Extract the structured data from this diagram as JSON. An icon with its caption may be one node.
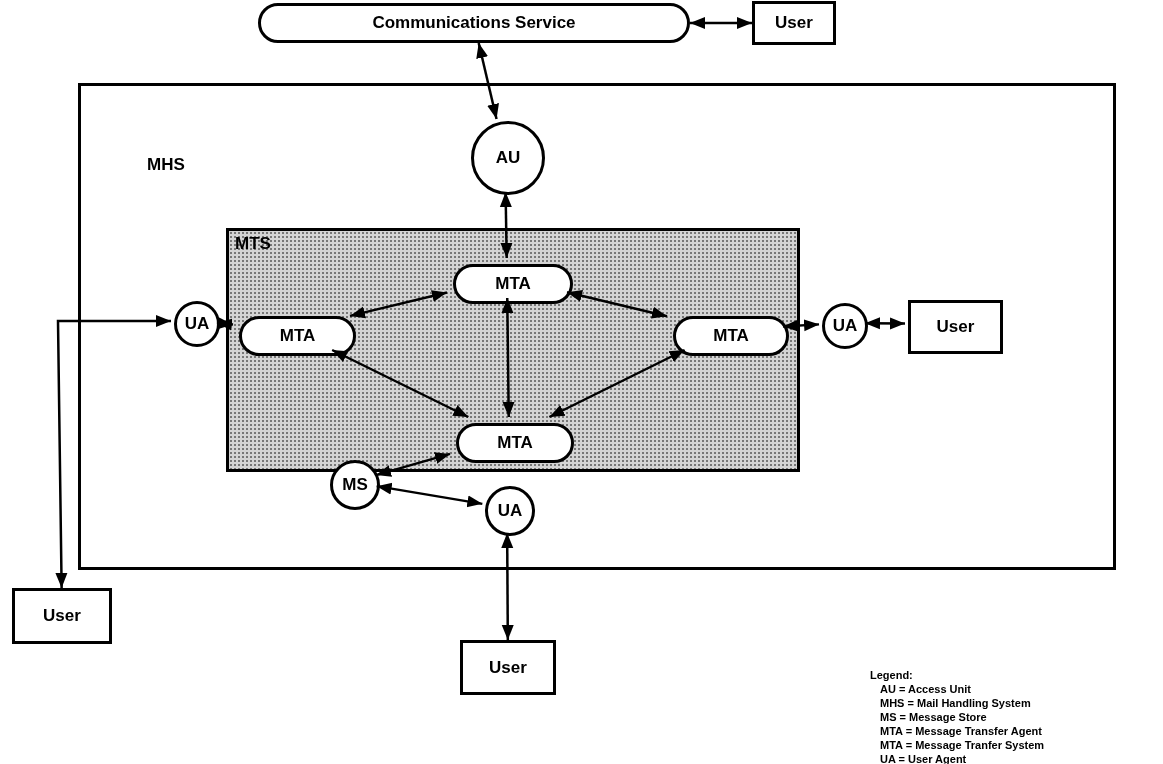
{
  "diagram": {
    "nodes": [
      {
        "text": [
          "Communications Service"
        ]
      },
      {
        "text": [
          "User"
        ]
      },
      {
        "text": [
          "MHS"
        ]
      },
      {
        "text": [
          "AU"
        ],
        "in": 2
      },
      {
        "text": [
          "MTS"
        ],
        "in": 2
      },
      {
        "text": [
          "MTA"
        ],
        "in": 4
      },
      {
        "text": [
          "MTA"
        ],
        "in": 4
      },
      {
        "text": [
          "MTA"
        ],
        "in": 4
      },
      {
        "text": [
          "MTA"
        ],
        "in": 4
      },
      {
        "text": [
          "UA"
        ],
        "in": 2
      },
      {
        "text": [
          "UA"
        ],
        "in": 2
      },
      {
        "text": [
          "MS"
        ],
        "in": 2
      },
      {
        "text": [
          "UA"
        ],
        "in": 2
      },
      {
        "text": [
          "User"
        ],
        "in": 2
      },
      {
        "text": [
          "User"
        ]
      },
      {
        "text": [
          "User"
        ]
      }
    ],
    "edges": [
      {
        "from": 0,
        "to": 1,
        "arrow": "both"
      },
      {
        "from": 0,
        "to": 3,
        "arrow": "both"
      },
      {
        "from": 3,
        "to": 5,
        "arrow": "both"
      },
      {
        "from": 5,
        "to": 6,
        "arrow": "both"
      },
      {
        "from": 5,
        "to": 7,
        "arrow": "both"
      },
      {
        "from": 5,
        "to": 8,
        "arrow": "both"
      },
      {
        "from": 6,
        "to": 8,
        "arrow": "both"
      },
      {
        "from": 7,
        "to": 8,
        "arrow": "both"
      },
      {
        "from": 9,
        "to": 6,
        "arrow": "both"
      },
      {
        "from": 7,
        "to": 10,
        "arrow": "both"
      },
      {
        "from": 10,
        "to": 13,
        "arrow": "both"
      },
      {
        "from": 9,
        "to": 14,
        "arrow": "both"
      },
      {
        "from": 8,
        "to": 11,
        "arrow": "both"
      },
      {
        "from": 11,
        "to": 12,
        "arrow": "both"
      },
      {
        "from": 12,
        "to": 15,
        "arrow": "both"
      }
    ],
    "labels": [
      "Legend:"
    ],
    "legend": [
      {
        "text": "AU = Access Unit"
      },
      {
        "text": "MHS = Mail Handling System"
      },
      {
        "text": "MS = Message Store"
      },
      {
        "text": "MTA = Message Transfer Agent"
      },
      {
        "text": "MTA = Message Tranfer System"
      },
      {
        "text": "UA = User Agent"
      }
    ]
  }
}
